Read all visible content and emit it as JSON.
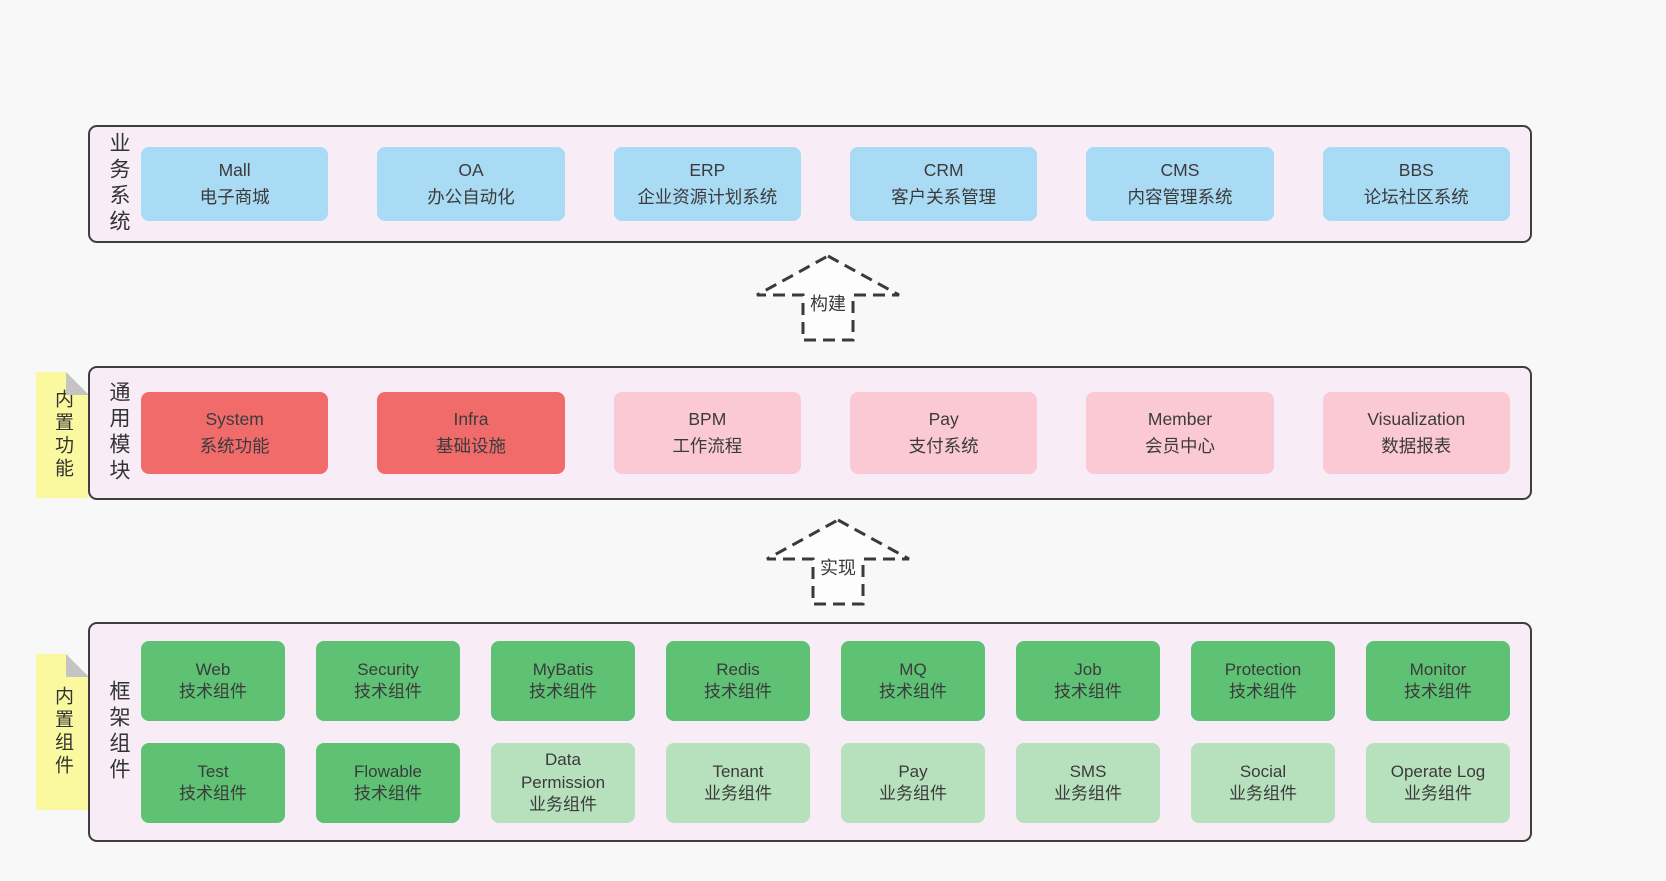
{
  "colors": {
    "blue": "#a9dbf4",
    "red": "#f16b6b",
    "pink": "#fbc9d3",
    "green": "#5ec173",
    "green_light": "#b7e0bc",
    "yellow": "#fbf9a0",
    "panel": "#f8edf6",
    "border": "#3e3e3e"
  },
  "arrows": {
    "build": {
      "label": "构建"
    },
    "implement": {
      "label": "实现"
    }
  },
  "layers": {
    "business": {
      "label": "业务系统",
      "boxes": [
        {
          "name": "Mall",
          "desc": "电子商城",
          "variant": "blue"
        },
        {
          "name": "OA",
          "desc": "办公自动化",
          "variant": "blue"
        },
        {
          "name": "ERP",
          "desc": "企业资源计划系统",
          "variant": "blue"
        },
        {
          "name": "CRM",
          "desc": "客户关系管理",
          "variant": "blue"
        },
        {
          "name": "CMS",
          "desc": "内容管理系统",
          "variant": "blue"
        },
        {
          "name": "BBS",
          "desc": "论坛社区系统",
          "variant": "blue"
        }
      ]
    },
    "modules": {
      "label": "通用模块",
      "tab": "内置功能",
      "boxes": [
        {
          "name": "System",
          "desc": "系统功能",
          "variant": "red"
        },
        {
          "name": "Infra",
          "desc": "基础设施",
          "variant": "red"
        },
        {
          "name": "BPM",
          "desc": "工作流程",
          "variant": "pink"
        },
        {
          "name": "Pay",
          "desc": "支付系统",
          "variant": "pink"
        },
        {
          "name": "Member",
          "desc": "会员中心",
          "variant": "pink"
        },
        {
          "name": "Visualization",
          "desc": "数据报表",
          "variant": "pink"
        }
      ]
    },
    "framework": {
      "label": "框架组件",
      "tab": "内置组件",
      "row1": [
        {
          "name": "Web",
          "desc": "技术组件",
          "variant": "green"
        },
        {
          "name": "Security",
          "desc": "技术组件",
          "variant": "green"
        },
        {
          "name": "MyBatis",
          "desc": "技术组件",
          "variant": "green"
        },
        {
          "name": "Redis",
          "desc": "技术组件",
          "variant": "green"
        },
        {
          "name": "MQ",
          "desc": "技术组件",
          "variant": "green"
        },
        {
          "name": "Job",
          "desc": "技术组件",
          "variant": "green"
        },
        {
          "name": "Protection",
          "desc": "技术组件",
          "variant": "green"
        },
        {
          "name": "Monitor",
          "desc": "技术组件",
          "variant": "green"
        }
      ],
      "row2": [
        {
          "name": "Test",
          "desc": "技术组件",
          "variant": "green"
        },
        {
          "name": "Flowable",
          "desc": "技术组件",
          "variant": "green"
        },
        {
          "name": "Data Permission",
          "desc": "业务组件",
          "variant": "green-light"
        },
        {
          "name": "Tenant",
          "desc": "业务组件",
          "variant": "green-light"
        },
        {
          "name": "Pay",
          "desc": "业务组件",
          "variant": "green-light"
        },
        {
          "name": "SMS",
          "desc": "业务组件",
          "variant": "green-light"
        },
        {
          "name": "Social",
          "desc": "业务组件",
          "variant": "green-light"
        },
        {
          "name": "Operate Log",
          "desc": "业务组件",
          "variant": "green-light"
        }
      ]
    }
  }
}
